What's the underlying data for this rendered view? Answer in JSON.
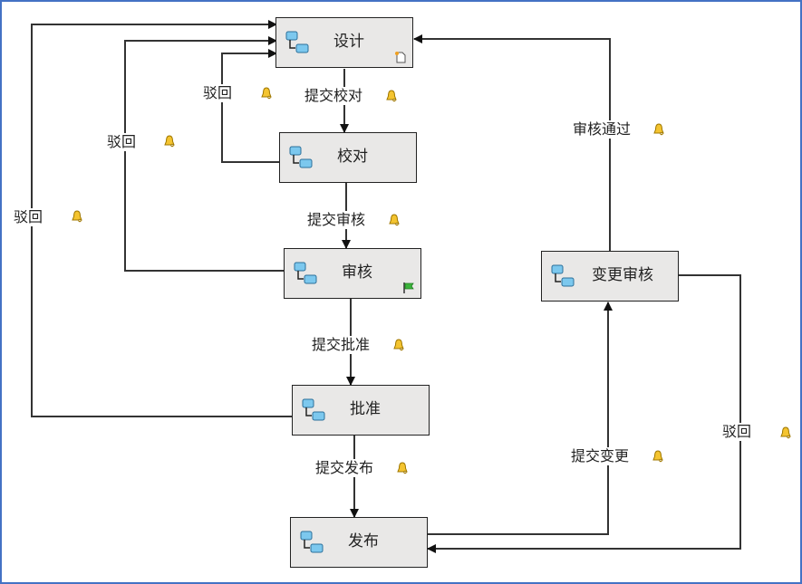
{
  "diagram": {
    "title": "",
    "nodes": [
      {
        "id": "design",
        "label": "设计",
        "icon": "subprocess-icon",
        "badge": "new-document-icon"
      },
      {
        "id": "proofread",
        "label": "校对",
        "icon": "subprocess-icon",
        "badge": null
      },
      {
        "id": "review",
        "label": "审核",
        "icon": "subprocess-icon",
        "badge": "green-flag-icon"
      },
      {
        "id": "approve",
        "label": "批准",
        "icon": "subprocess-icon",
        "badge": null
      },
      {
        "id": "publish",
        "label": "发布",
        "icon": "subprocess-icon",
        "badge": null
      },
      {
        "id": "change_review",
        "label": "变更审核",
        "icon": "subprocess-icon",
        "badge": null
      }
    ],
    "edges": [
      {
        "from": "design",
        "to": "proofread",
        "label": "提交校对",
        "icon": "bell-icon"
      },
      {
        "from": "proofread",
        "to": "review",
        "label": "提交审核",
        "icon": "bell-icon"
      },
      {
        "from": "review",
        "to": "approve",
        "label": "提交批准",
        "icon": "bell-icon"
      },
      {
        "from": "approve",
        "to": "publish",
        "label": "提交发布",
        "icon": "bell-icon"
      },
      {
        "from": "proofread",
        "to": "design",
        "label": "驳回",
        "icon": "bell-icon"
      },
      {
        "from": "review",
        "to": "design",
        "label": "驳回",
        "icon": "bell-icon"
      },
      {
        "from": "approve",
        "to": "design",
        "label": "驳回",
        "icon": "bell-icon"
      },
      {
        "from": "publish",
        "to": "change_review",
        "label": "提交变更",
        "icon": "bell-icon"
      },
      {
        "from": "change_review",
        "to": "design",
        "label": "审核通过",
        "icon": "bell-icon"
      },
      {
        "from": "change_review",
        "to": "publish",
        "label": "驳回",
        "icon": "bell-icon"
      }
    ]
  }
}
